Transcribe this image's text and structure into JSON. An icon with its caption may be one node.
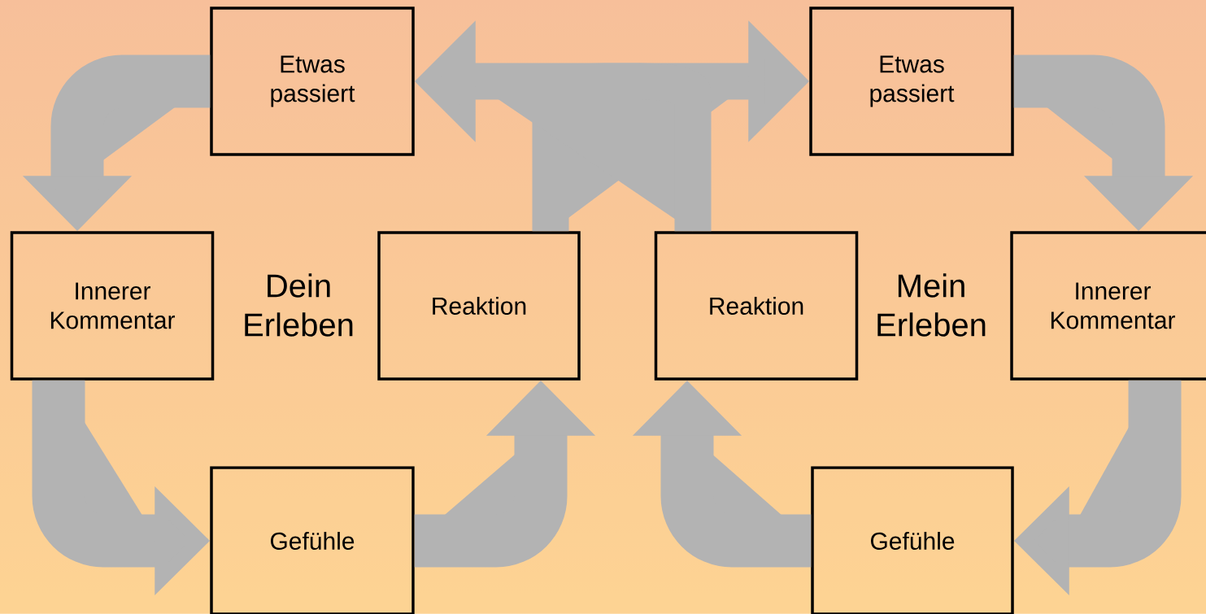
{
  "diagram": {
    "nodes": [
      {
        "text": [
          "Etwas passiert"
        ]
      },
      {
        "text": [
          "Innerer Kommentar"
        ]
      },
      {
        "text": [
          "Gefühle"
        ]
      },
      {
        "text": [
          "Reaktion"
        ]
      },
      {
        "text": [
          "Reaktion"
        ]
      },
      {
        "text": [
          "Etwas passiert"
        ]
      },
      {
        "text": [
          "Innerer Kommentar"
        ]
      },
      {
        "text": [
          "Gefühle"
        ]
      }
    ],
    "edges": [
      {
        "from": 0,
        "to": 1,
        "arrow": "to"
      },
      {
        "from": 1,
        "to": 2,
        "arrow": "to"
      },
      {
        "from": 2,
        "to": 3,
        "arrow": "to"
      },
      {
        "from": 3,
        "to": 5,
        "arrow": "to"
      },
      {
        "from": 4,
        "to": 0,
        "arrow": "to"
      },
      {
        "from": 5,
        "to": 6,
        "arrow": "to"
      },
      {
        "from": 6,
        "to": 7,
        "arrow": "to"
      },
      {
        "from": 7,
        "to": 4,
        "arrow": "to"
      }
    ],
    "labels": [
      "Dein Erleben",
      "Mein Erleben"
    ]
  }
}
